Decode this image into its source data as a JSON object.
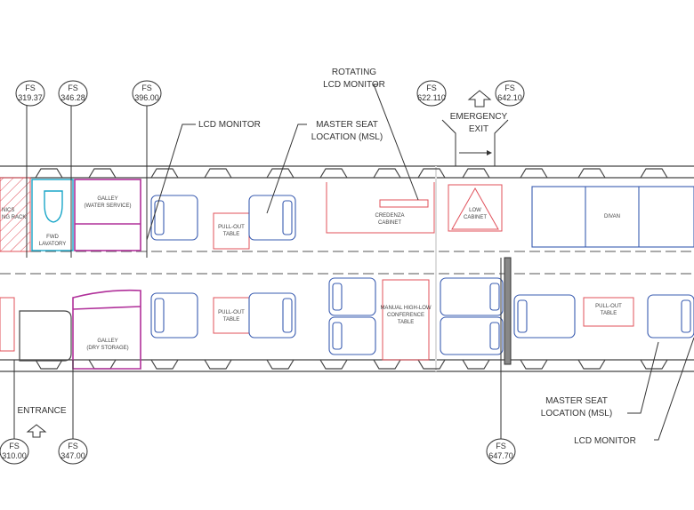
{
  "title": "Aircraft cabin floor plan",
  "stations_top": [
    {
      "fs": "FS",
      "value": "319.37"
    },
    {
      "fs": "FS",
      "value": "346.28"
    },
    {
      "fs": "FS",
      "value": "396.00"
    },
    {
      "fs": "FS",
      "value": "622.110"
    },
    {
      "fs": "FS",
      "value": "642.10"
    }
  ],
  "stations_bottom": [
    {
      "fs": "FS",
      "value": "310.00"
    },
    {
      "fs": "FS",
      "value": "347.00"
    },
    {
      "fs": "FS",
      "value": "647.70"
    }
  ],
  "callouts": {
    "lcd_monitor_top": "LCD MONITOR",
    "rotating_1": "ROTATING",
    "rotating_2": "LCD MONITOR",
    "msl_top_1": "MASTER SEAT",
    "msl_top_2": "LOCATION (MSL)",
    "emergency_1": "EMERGENCY",
    "emergency_2": "EXIT",
    "entrance": "ENTRANCE",
    "msl_bottom_1": "MASTER SEAT",
    "msl_bottom_2": "LOCATION (MSL)",
    "lcd_monitor_bottom": "LCD MONITOR"
  },
  "zones": {
    "rack_1": "NICS",
    "rack_2": "NG RACK",
    "lavatory_1": "FWD",
    "lavatory_2": "LAVATORY",
    "galley_water_1": "GALLEY",
    "galley_water_2": "(WATER SERVICE)",
    "galley_dry_1": "GALLEY",
    "galley_dry_2": "(DRY STORAGE)",
    "pullout_top_1": "PULL-OUT",
    "pullout_top_2": "TABLE",
    "pullout_bot_1": "PULL-OUT",
    "pullout_bot_2": "TABLE",
    "credenza_1": "CREDENZA",
    "credenza_2": "CABINET",
    "low_cabinet_1": "LOW",
    "low_cabinet_2": "CABINET",
    "divan": "DIVAN",
    "conference_1": "MANUAL HIGH-LOW",
    "conference_2": "CONFERENCE",
    "conference_3": "TABLE",
    "pullout_aft_1": "PULL-OUT",
    "pullout_aft_2": "TABLE"
  },
  "colors": {
    "line": "#444444",
    "furniture": "#e0505a",
    "seat": "#3a5cb0",
    "galley": "#b0309a",
    "lavatory": "#19a6c8"
  }
}
